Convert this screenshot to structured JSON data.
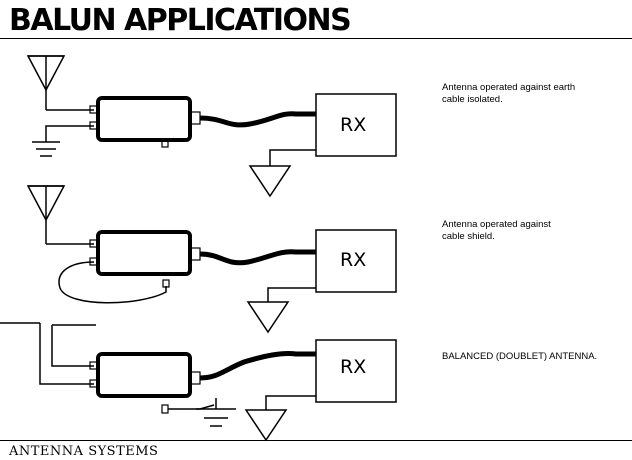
{
  "title": "BALUN APPLICATIONS",
  "footer": "ANTENNA SYSTEMS",
  "diagrams": [
    {
      "caption": "Antenna operated against earth\ncable isolated.",
      "receiver_label": "RX"
    },
    {
      "caption": "Antenna operated against\ncable shield.",
      "receiver_label": "RX"
    },
    {
      "caption": "BALANCED (DOUBLET) ANTENNA.",
      "receiver_label": "RX"
    }
  ]
}
